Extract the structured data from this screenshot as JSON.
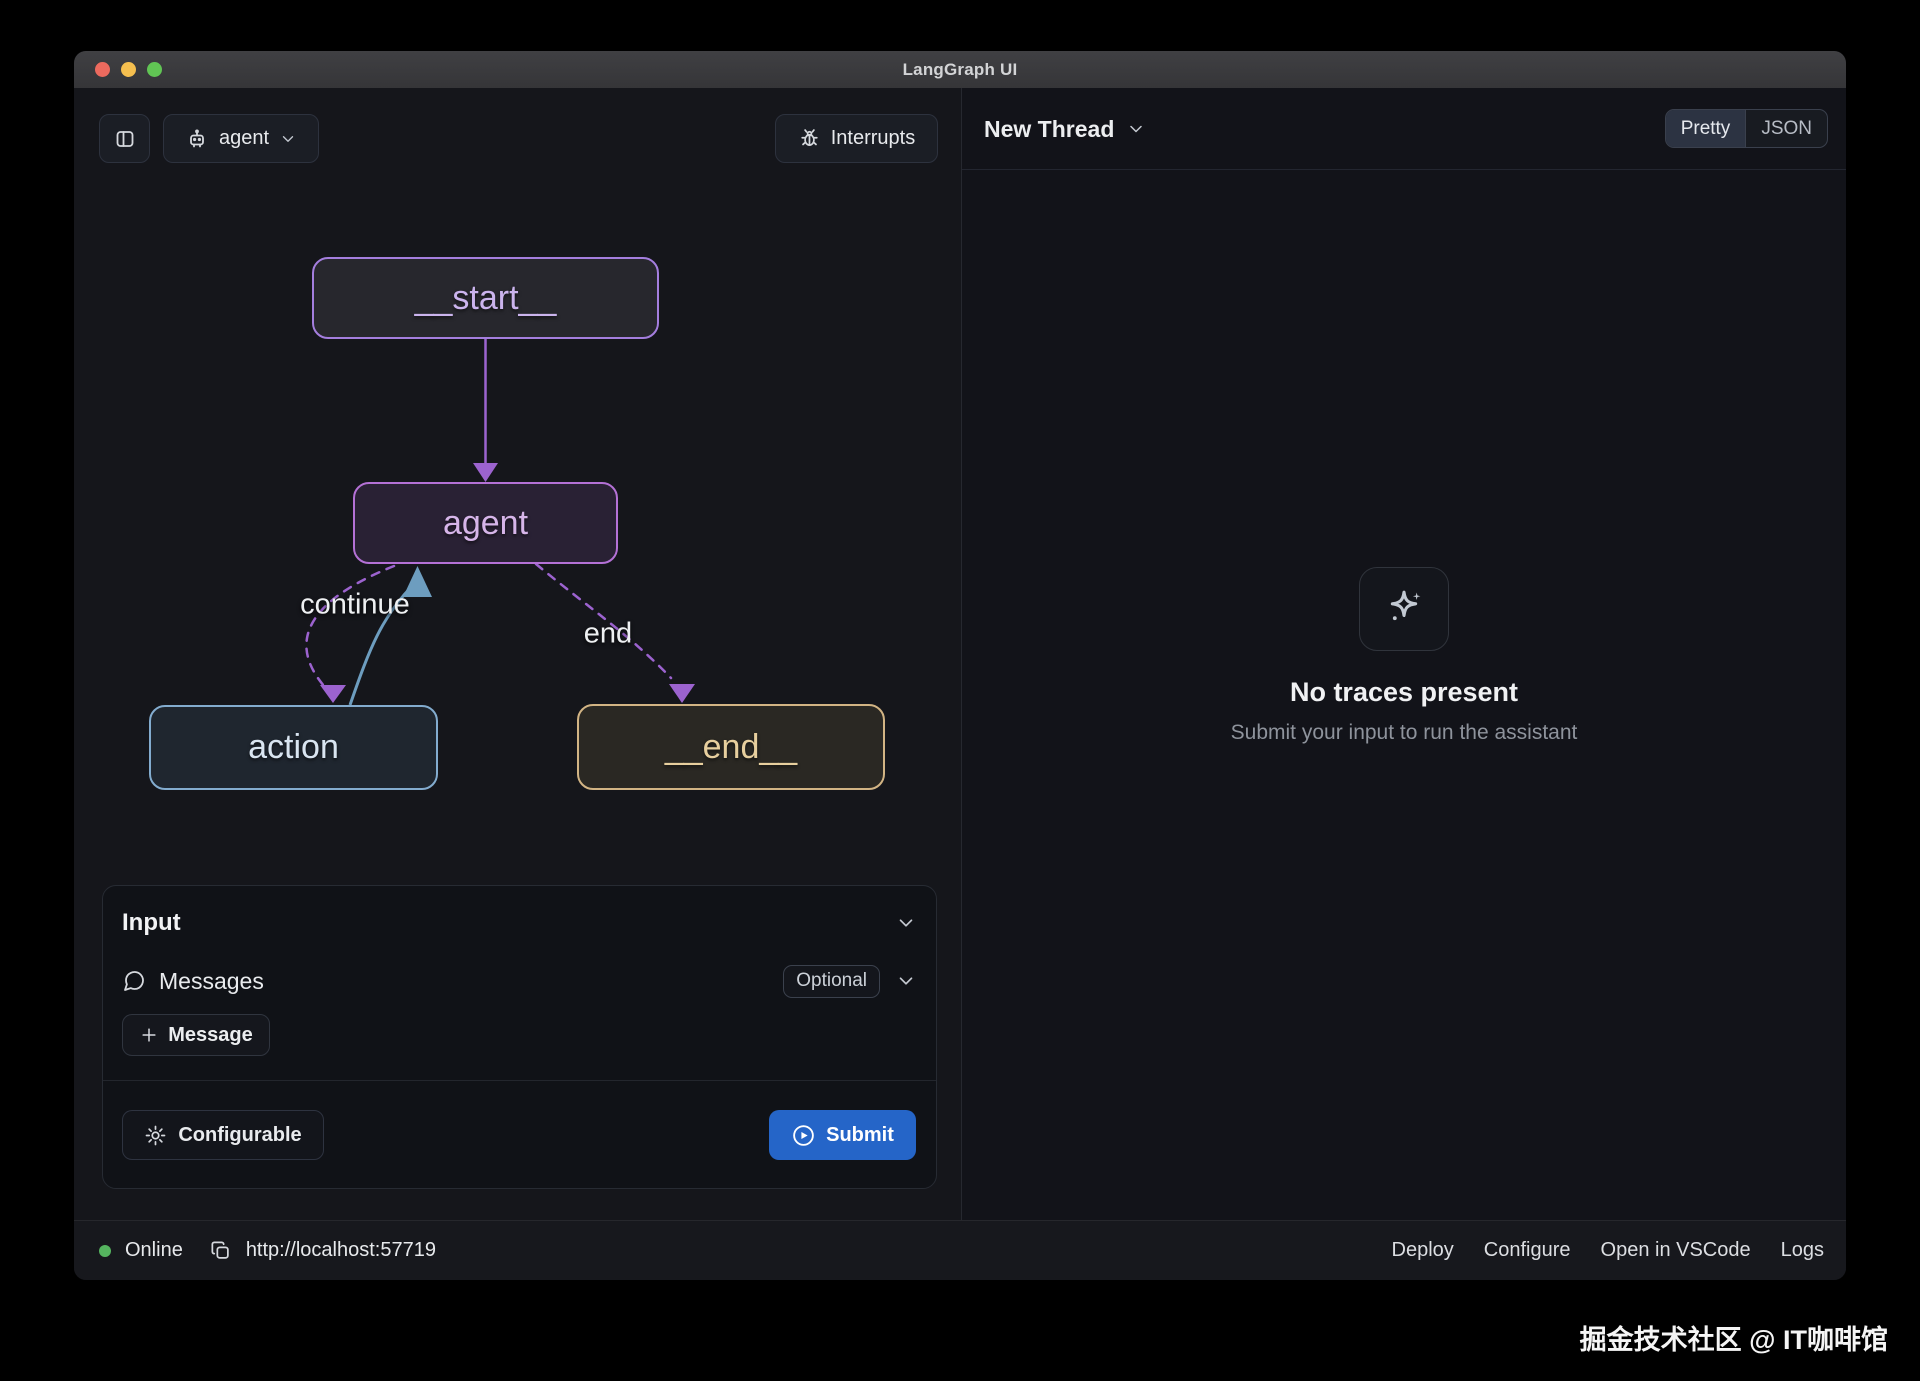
{
  "window": {
    "title": "LangGraph UI"
  },
  "toolbar": {
    "agent_label": "agent",
    "interrupts_label": "Interrupts"
  },
  "thread_header": {
    "title": "New Thread",
    "view_toggle": {
      "pretty": "Pretty",
      "json": "JSON",
      "selected": "Pretty"
    }
  },
  "graph": {
    "nodes": [
      {
        "id": "__start__",
        "label": "__start__",
        "border_color": "#a47ede"
      },
      {
        "id": "agent",
        "label": "agent",
        "border_color": "#b471d6"
      },
      {
        "id": "action",
        "label": "action",
        "border_color": "#83accf"
      },
      {
        "id": "__end__",
        "label": "__end__",
        "border_color": "#d2b484"
      }
    ],
    "edges": [
      {
        "from": "__start__",
        "to": "agent",
        "style": "solid",
        "label": ""
      },
      {
        "from": "agent",
        "to": "action",
        "style": "dashed",
        "label": "continue"
      },
      {
        "from": "action",
        "to": "agent",
        "style": "solid",
        "label": ""
      },
      {
        "from": "agent",
        "to": "__end__",
        "style": "dashed",
        "label": "end"
      }
    ]
  },
  "empty_state": {
    "title": "No traces present",
    "subtitle": "Submit your input to run the assistant"
  },
  "input_panel": {
    "title": "Input",
    "messages_label": "Messages",
    "optional_badge": "Optional",
    "add_message_label": "Message",
    "configurable_label": "Configurable",
    "submit_label": "Submit"
  },
  "status_bar": {
    "online_label": "Online",
    "url": "http://localhost:57719",
    "links": [
      "Deploy",
      "Configure",
      "Open in VSCode",
      "Logs"
    ]
  },
  "watermark": "掘金技术社区 @ IT咖啡馆",
  "colors": {
    "edge_purple": "#9c63cf",
    "edge_blue": "#6d9dbf",
    "submit_bg": "#2565c8",
    "online_dot": "#55b45f",
    "node_start_border": "#a47ede",
    "node_agent_border": "#b471d6",
    "node_action_border": "#83accf",
    "node_end_border": "#d2b484"
  }
}
